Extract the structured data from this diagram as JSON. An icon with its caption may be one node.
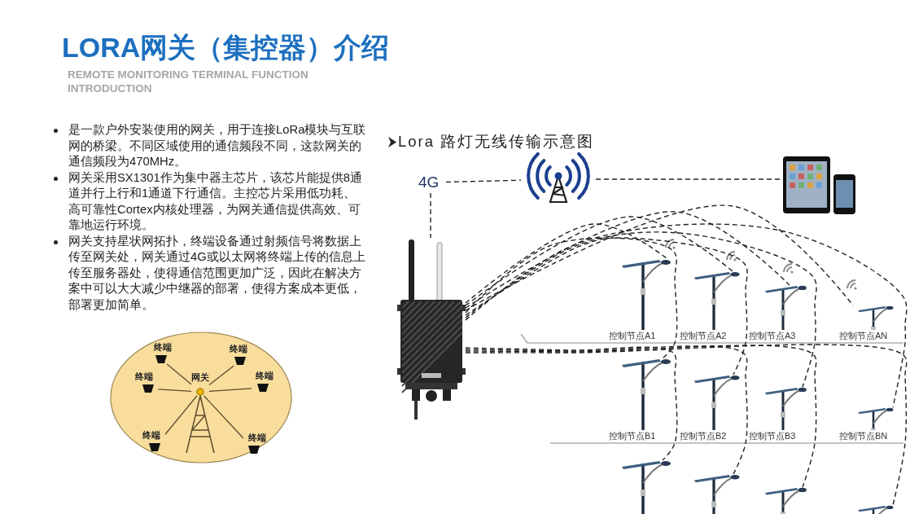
{
  "diagram": {
    "title": "LORA网关（集控器）介绍",
    "nodes": [
      {
        "text": [],
        "shape": "circle"
      },
      {
        "text": [
          "网关"
        ],
        "in": 0
      },
      {
        "text": [
          "终端"
        ],
        "in": 0
      },
      {
        "text": [
          "终端"
        ],
        "in": 0
      },
      {
        "text": [
          "终端"
        ],
        "in": 0
      },
      {
        "text": [
          "终端"
        ],
        "in": 0
      },
      {
        "text": [
          "终端"
        ],
        "in": 0
      },
      {
        "text": [
          "终端"
        ],
        "in": 0
      },
      {
        "text": [
          "4G"
        ]
      },
      {
        "text": [],
        "shape": "picture"
      },
      {
        "text": [],
        "shape": "picture"
      },
      {
        "text": [],
        "shape": "picture"
      },
      {
        "text": [
          "控制节点A1"
        ]
      },
      {
        "text": [
          "控制节点A2"
        ]
      },
      {
        "text": [
          "控制节点A3"
        ]
      },
      {
        "text": [
          "控制节点AN"
        ]
      },
      {
        "text": [
          "控制节点B1"
        ]
      },
      {
        "text": [
          "控制节点B2"
        ]
      },
      {
        "text": [
          "控制节点B3"
        ]
      },
      {
        "text": [
          "控制节点BN"
        ]
      },
      {
        "text": [],
        "shape": "picture"
      },
      {
        "text": [],
        "shape": "picture"
      },
      {
        "text": [],
        "shape": "picture"
      },
      {
        "text": [],
        "shape": "picture"
      }
    ],
    "edges": [
      {
        "from": 1,
        "to": 2,
        "arrow": "none",
        "color": "#5c4a2e"
      },
      {
        "from": 1,
        "to": 3,
        "arrow": "none",
        "color": "#5c4a2e"
      },
      {
        "from": 1,
        "to": 4,
        "arrow": "none",
        "color": "#5c4a2e"
      },
      {
        "from": 1,
        "to": 5,
        "arrow": "none",
        "color": "#5c4a2e"
      },
      {
        "from": 1,
        "to": 6,
        "arrow": "none",
        "color": "#5c4a2e"
      },
      {
        "from": 1,
        "to": 7,
        "arrow": "none",
        "color": "#5c4a2e"
      },
      {
        "from": 8,
        "to": 11,
        "arrow": "none",
        "style": "dashed"
      },
      {
        "from": 8,
        "to": 9,
        "arrow": "none",
        "style": "dashed"
      },
      {
        "from": 9,
        "to": 10,
        "arrow": "none",
        "style": "dashed"
      },
      {
        "from": 11,
        "to": 12,
        "arrow": "none",
        "style": "dashed"
      },
      {
        "from": 11,
        "to": 13,
        "arrow": "none",
        "style": "dashed"
      },
      {
        "from": 11,
        "to": 14,
        "arrow": "none",
        "style": "dashed"
      },
      {
        "from": 11,
        "to": 15,
        "arrow": "none",
        "style": "dashed"
      },
      {
        "from": 11,
        "to": 16,
        "arrow": "none",
        "style": "dashed"
      },
      {
        "from": 11,
        "to": 17,
        "arrow": "none",
        "style": "dashed"
      },
      {
        "from": 11,
        "to": 18,
        "arrow": "none",
        "style": "dashed"
      },
      {
        "from": 11,
        "to": 19,
        "arrow": "none",
        "style": "dashed"
      },
      {
        "from": 11,
        "to": 20,
        "arrow": "none",
        "style": "dashed"
      },
      {
        "from": 11,
        "to": 21,
        "arrow": "none",
        "style": "dashed"
      },
      {
        "from": 11,
        "to": 22,
        "arrow": "none",
        "style": "dashed"
      },
      {
        "from": 11,
        "to": 23,
        "arrow": "none",
        "style": "dashed"
      }
    ],
    "labels": [
      "REMOTE MONITORING TERMINAL FUNCTION INTRODUCTION",
      "是一款户外安装使用的网关，用于连接LoRa模块与互联网的桥梁。不同区域使用的通信频段不同，这款网关的通信频段为470MHz。",
      "网关采用SX1301作为集中器主芯片，该芯片能提供8通道并行上行和1通道下行通信。主控芯片采用低功耗、高可靠性Cortex内核处理器，为网关通信提供高效、可靠地运行环境。",
      "网关支持星状网拓扑，终端设备通过射频信号将数据上传至网关处，网关通过4G或以太网将终端上传的信息上传至服务器处，使得通信范围更加广泛，因此在解决方案中可以大大减少中继器的部署，使得方案成本更低，部署更加简单。",
      "Lora 路灯无线传输示意图"
    ]
  }
}
